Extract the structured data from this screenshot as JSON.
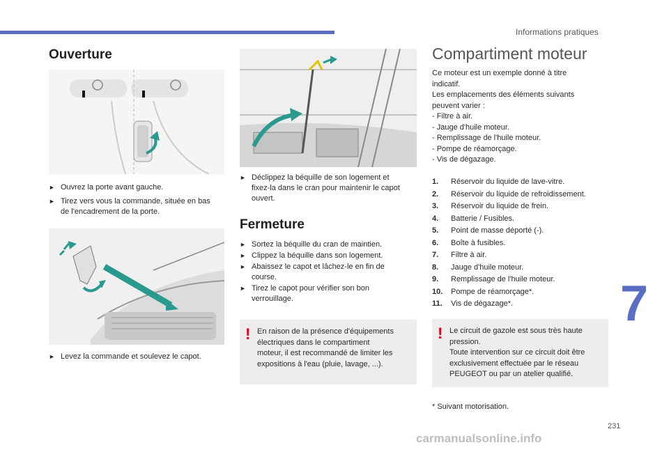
{
  "header": {
    "section": "Informations pratiques"
  },
  "ouverture": {
    "title": "Ouverture",
    "step1": "Ouvrez la porte avant gauche.",
    "step2a": "Tirez vers vous la commande, située en bas",
    "step2b": "de l'encadrement de la porte.",
    "step3": "Levez la commande et soulevez le capot.",
    "step4a": "Déclippez la béquille de son logement et",
    "step4b": "fixez-la dans le cran pour maintenir le capot",
    "step4c": "ouvert."
  },
  "fermeture": {
    "title": "Fermeture",
    "steps": [
      "Sortez la béquille du cran de maintien.",
      "Clippez la béquille dans son logement.",
      "Abaissez le capot et lâchez-le en fin de",
      "course.",
      "Tirez le capot pour vérifier son bon",
      "verrouillage."
    ],
    "note": [
      "En raison de la présence d'équipements",
      "électriques dans le compartiment",
      "moteur, il est recommandé de limiter les",
      "expositions à l'eau (pluie, lavage, ...)."
    ]
  },
  "compartiment": {
    "title": "Compartiment moteur",
    "intro": [
      "Ce moteur est un exemple donné à titre",
      "indicatif.",
      "Les emplacements des éléments suivants",
      "peuvent varier :",
      "-   Filtre à air.",
      "-   Jauge d'huile moteur.",
      "-   Remplissage de l'huile moteur.",
      "-   Pompe de réamorçage.",
      "-   Vis de dégazage."
    ],
    "items": [
      {
        "num": "1.",
        "label": "Réservoir du liquide de lave-vitre."
      },
      {
        "num": "2.",
        "label": "Réservoir du liquide de refroidissement."
      },
      {
        "num": "3.",
        "label": "Réservoir du liquide de frein."
      },
      {
        "num": "4.",
        "label": "Batterie / Fusibles."
      },
      {
        "num": "5.",
        "label": "Point de masse déporté (-)."
      },
      {
        "num": "6.",
        "label": "Boîte à fusibles."
      },
      {
        "num": "7.",
        "label": "Filtre à air."
      },
      {
        "num": "8.",
        "label": "Jauge d'huile moteur."
      },
      {
        "num": "9.",
        "label": "Remplissage de l'huile moteur."
      },
      {
        "num": "10.",
        "label": "Pompe de réamorçage*."
      },
      {
        "num": "11.",
        "label": "Vis de dégazage*."
      }
    ],
    "note": [
      "Le circuit de gazole est sous très haute",
      "pression.",
      "Toute intervention sur ce circuit doit être",
      "exclusivement effectuée par le réseau",
      "PEUGEOT ou par un atelier qualifié."
    ],
    "footnote": "*   Suivant motorisation."
  },
  "chapter_number": "7",
  "page_number": "231",
  "watermark": "carmanualsonline.info",
  "colors": {
    "accent": "#5a6fc4",
    "arrow": "#2a9a8e",
    "warning": "#e2001a",
    "note_bg": "#ededed"
  },
  "icons": {
    "bullet": "triangle-pointer-icon",
    "warning": "exclamation-icon"
  }
}
